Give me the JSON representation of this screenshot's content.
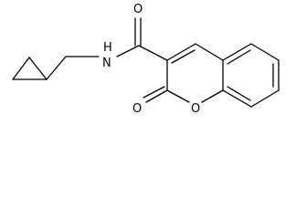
{
  "molecule": {
    "atoms": {
      "carbonyl_oxygen": "O",
      "amide_nitrogen": "N",
      "amide_hydrogen": "H",
      "lactone_carbonyl_oxygen": "O",
      "ring_oxygen": "O"
    }
  },
  "colors": {
    "bond": "#000000",
    "label": "#000000",
    "background": "#ffffff"
  }
}
